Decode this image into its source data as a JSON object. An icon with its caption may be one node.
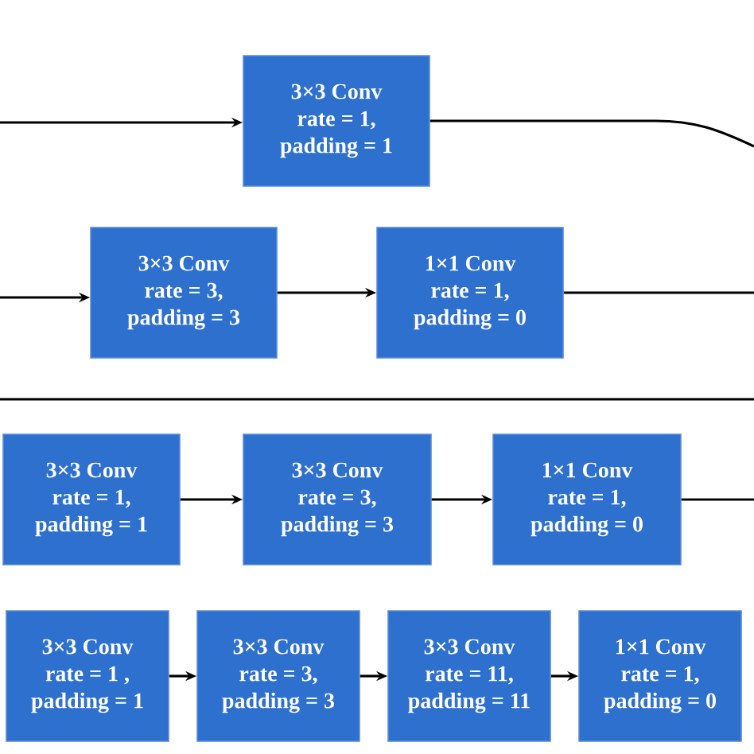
{
  "diagram": {
    "nodes": [
      {
        "text": [
          "3×3 Conv",
          "rate = 1,",
          "padding = 1"
        ]
      },
      {
        "text": [
          "3×3 Conv",
          "rate = 3,",
          "padding = 3"
        ]
      },
      {
        "text": [
          "1×1 Conv",
          "rate = 1,",
          "padding = 0"
        ]
      },
      {
        "text": [
          "3×3 Conv",
          "rate = 1,",
          "padding = 1"
        ]
      },
      {
        "text": [
          "3×3 Conv",
          "rate = 3,",
          "padding = 3"
        ]
      },
      {
        "text": [
          "1×1 Conv",
          "rate = 1,",
          "padding = 0"
        ]
      },
      {
        "text": [
          "3×3 Conv",
          "rate = 1 ,",
          "padding = 1"
        ]
      },
      {
        "text": [
          "3×3 Conv",
          "rate = 3,",
          "padding = 3"
        ]
      },
      {
        "text": [
          "3×3 Conv",
          "rate = 11,",
          "padding = 11"
        ]
      },
      {
        "text": [
          "1×1 Conv",
          "rate = 1,",
          "padding = 0"
        ]
      }
    ],
    "edges": [
      {
        "from": null,
        "to": 0,
        "arrow": "to"
      },
      {
        "from": 0,
        "to": null,
        "arrow": "none"
      },
      {
        "from": null,
        "to": 1,
        "arrow": "to"
      },
      {
        "from": 1,
        "to": 2,
        "arrow": "to"
      },
      {
        "from": 2,
        "to": null,
        "arrow": "none"
      },
      {
        "from": 3,
        "to": 4,
        "arrow": "to"
      },
      {
        "from": 4,
        "to": 5,
        "arrow": "to"
      },
      {
        "from": 5,
        "to": null,
        "arrow": "none"
      },
      {
        "from": 6,
        "to": 7,
        "arrow": "to"
      },
      {
        "from": 7,
        "to": 8,
        "arrow": "to"
      },
      {
        "from": 8,
        "to": 9,
        "arrow": "to"
      }
    ]
  }
}
